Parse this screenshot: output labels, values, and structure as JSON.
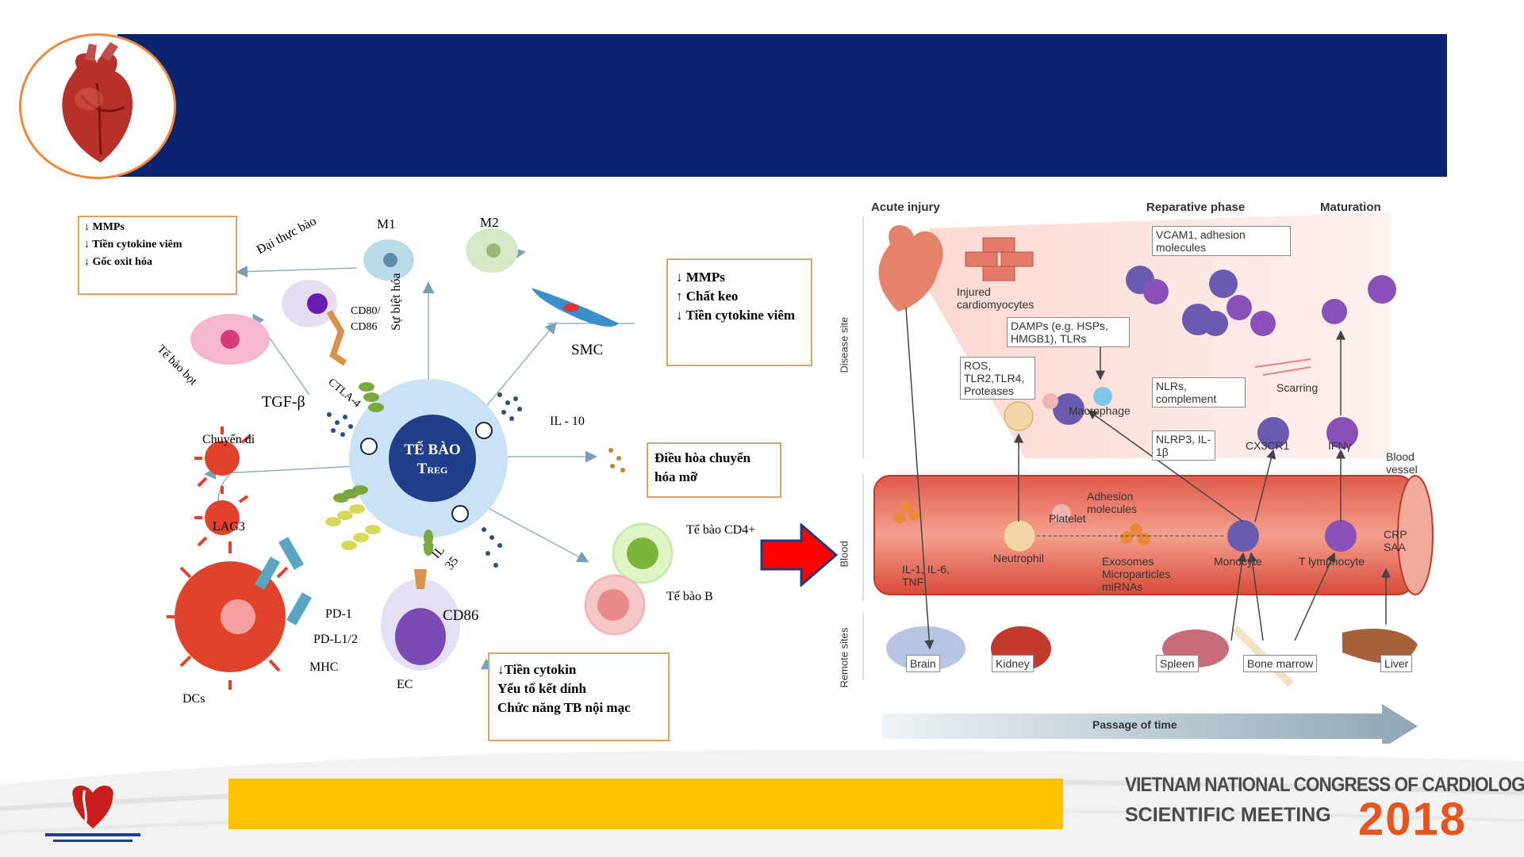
{
  "slide": {
    "title": "",
    "caption": ""
  },
  "left_diagram": {
    "center_cell": {
      "line1": "TẾ BÀO",
      "line2_main": "T",
      "line2_sub": "REG"
    },
    "box_macrophage": {
      "items": [
        "MMPs",
        "Tiền cytokine viêm",
        "Gốc oxit hóa"
      ]
    },
    "labels": {
      "dai_thuc_bao": "Đại thực bào",
      "te_bao_bot": "Tế bào bọt",
      "m1": "M1",
      "m2": "M2",
      "cd80_86": "CD80/ CD86",
      "su_biet_hoa": "Sự biệt hóa",
      "ctla4": "CTLA-4",
      "smc": "SMC",
      "tgf": "TGF-β",
      "chuyen_di": "Chuyển di",
      "il10": "IL - 10",
      "lag3": "LAG3",
      "il35": "IL 35",
      "te_bao_cd4": "Tế bào CD4+",
      "te_bao_b": "Tế bào B",
      "pd1": "PD-1",
      "pdl12": "PD-L1/2",
      "mhc": "MHC",
      "dcs": "DCs",
      "cd86": "CD86",
      "ec": "EC"
    },
    "box_smc": {
      "items": [
        "MMPs",
        "Chất keo",
        "Tiền cytokine viêm"
      ]
    },
    "box_fat": {
      "text": "Điều hòa chuyển hóa mỡ"
    },
    "box_ec": {
      "items": [
        "Tiền cytokin",
        "Yếu tố kết dính",
        "Chức năng TB nội mạc"
      ]
    }
  },
  "right_diagram": {
    "headers": {
      "acute": "Acute injury",
      "reparative": "Reparative phase",
      "maturation": "Maturation"
    },
    "side_labels": {
      "disease": "Disease site",
      "blood": "Blood",
      "remote": "Remote sites"
    },
    "labels": {
      "injured": "Injured cardiomyocytes",
      "vcam": "VCAM1, adhesion molecules",
      "damps": "DAMPs (e.g. HSPs, HMGB1), TLRs",
      "ros": "ROS, TLR2,TLR4, Proteases",
      "nlrs": "NLRs, complement",
      "macrophage": "Macrophage",
      "scarring": "Scarring",
      "nlrp3": "NLRP3, IL-1β",
      "cx3cr1": "CX3CR1",
      "ifng": "IFNγ",
      "blood_vessel": "Blood vessel",
      "adhesion": "Adhesion molecules",
      "platelet": "Platelet",
      "neutrophil": "Neutrophil",
      "exosomes": "Exosomes Microparticles miRNAs",
      "monocyte": "Monocyte",
      "tlymph": "T lymphocyte",
      "crp": "CRP SAA",
      "il": "IL-1, IL-6, TNF",
      "brain": "Brain",
      "kidney": "Kidney",
      "spleen": "Spleen",
      "bone_marrow": "Bone marrow",
      "liver": "Liver",
      "passage": "Passage of time"
    }
  },
  "footer": {
    "congress_line1": "VIETNAM NATIONAL CONGRESS OF CARDIOLOGY",
    "congress_line2": "SCIENTIFIC MEETING",
    "year": "2018"
  },
  "colors": {
    "header": "#0a2470",
    "accent_orange": "#f0883a",
    "yellow": "#ffc000",
    "arrow_red": "#ff0000",
    "year": "#e8541e"
  }
}
